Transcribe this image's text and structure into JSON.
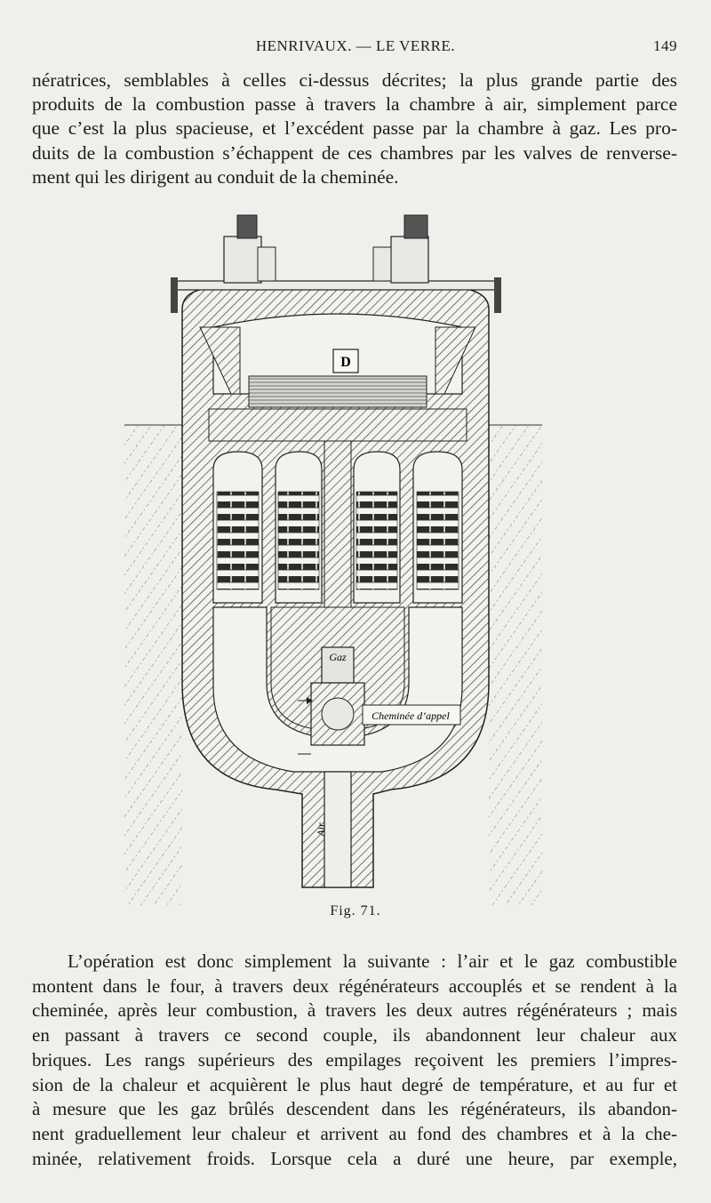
{
  "header": {
    "title": "HENRIVAUX. — LE VERRE.",
    "page_number": "149"
  },
  "top_paragraph": {
    "lines": [
      "nératrices, semblables à celles ci-dessus décrites; la plus grande partie des",
      "produits de la combustion passe à travers la chambre à air, simplement parce",
      "que c’est la plus spacieuse, et l’excédent passe par la chambre à gaz. Les pro-",
      "duits de la combustion s’échappent de ces chambres par les valves de renverse-",
      "ment qui les dirigent au conduit de la cheminée."
    ]
  },
  "figure": {
    "labels": {
      "top_label": "D",
      "gas_label": "Gaz",
      "chimney_label": "Cheminée d’appel",
      "air_label": "Air"
    },
    "caption": "Fig. 71."
  },
  "bottom_paragraph": {
    "lines": [
      "L’opération est donc simplement la suivante : l’air et le gaz combustible",
      "montent dans le four, à travers deux régénérateurs accouplés et se rendent à la",
      "cheminée, après leur combustion, à travers les deux autres régénérateurs ; mais",
      "en passant à travers ce second couple, ils abandonnent leur chaleur aux",
      "briques. Les rangs supérieurs des empilages reçoivent les premiers l’impres-",
      "sion de la chaleur et acquièrent le plus haut degré de température, et au fur et",
      "à mesure que les gaz brûlés descendent dans les régénérateurs, ils abandon-",
      "nent graduellement leur chaleur et arrivent au fond des chambres et à la che-",
      "minée, relativement froids. Lorsque cela a duré une heure, par exemple,"
    ]
  }
}
